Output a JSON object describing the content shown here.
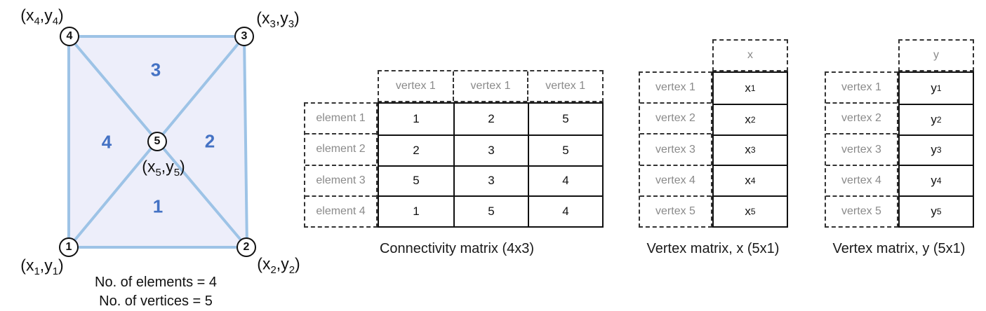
{
  "mesh": {
    "vertex_numbers": [
      "1",
      "2",
      "3",
      "4",
      "5"
    ],
    "element_numbers": [
      "1",
      "2",
      "3",
      "4"
    ],
    "coord_labels": [
      {
        "pre": "(x",
        "s1": "1",
        "mid": ",y",
        "s2": "1",
        "post": ")"
      },
      {
        "pre": "(x",
        "s1": "2",
        "mid": ",y",
        "s2": "2",
        "post": ")"
      },
      {
        "pre": "(x",
        "s1": "3",
        "mid": ",y",
        "s2": "3",
        "post": ")"
      },
      {
        "pre": "(x",
        "s1": "4",
        "mid": ",y",
        "s2": "4",
        "post": ")"
      },
      {
        "pre": "(x",
        "s1": "5",
        "mid": ",y",
        "s2": "5",
        "post": ")"
      }
    ],
    "notes": [
      "No. of elements = 4",
      "No. of vertices = 5"
    ],
    "colors": {
      "face_fill": "#EDEEFA",
      "edge_stroke": "#9DC3E6",
      "element_number": "#4472C4"
    }
  },
  "connectivity": {
    "caption": "Connectivity matrix (4x3)",
    "col_headers": [
      "vertex 1",
      "vertex 1",
      "vertex 1"
    ],
    "rows": [
      {
        "label": "element 1",
        "values": [
          "1",
          "2",
          "5"
        ]
      },
      {
        "label": "element 2",
        "values": [
          "2",
          "3",
          "5"
        ]
      },
      {
        "label": "element 3",
        "values": [
          "5",
          "3",
          "4"
        ]
      },
      {
        "label": "element 4",
        "values": [
          "1",
          "5",
          "4"
        ]
      }
    ]
  },
  "vertex_x": {
    "caption": "Vertex matrix, x (5x1)",
    "col_header": "x",
    "rows": [
      {
        "label": "vertex 1",
        "base": "x",
        "sub": "1"
      },
      {
        "label": "vertex 2",
        "base": "x",
        "sub": "2"
      },
      {
        "label": "vertex 3",
        "base": "x",
        "sub": "3"
      },
      {
        "label": "vertex 4",
        "base": "x",
        "sub": "4"
      },
      {
        "label": "vertex 5",
        "base": "x",
        "sub": "5"
      }
    ]
  },
  "vertex_y": {
    "caption": "Vertex matrix, y (5x1)",
    "col_header": "y",
    "rows": [
      {
        "label": "vertex 1",
        "base": "y",
        "sub": "1"
      },
      {
        "label": "vertex 2",
        "base": "y",
        "sub": "2"
      },
      {
        "label": "vertex 3",
        "base": "y",
        "sub": "3"
      },
      {
        "label": "vertex 4",
        "base": "y",
        "sub": "4"
      },
      {
        "label": "vertex 5",
        "base": "y",
        "sub": "5"
      }
    ]
  }
}
